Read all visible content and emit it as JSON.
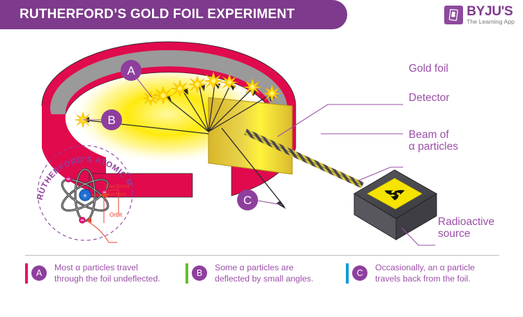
{
  "header": {
    "title": "RUTHERFORD’S GOLD FOIL EXPERIMENT",
    "banner_color": "#7E3A8C"
  },
  "brand": {
    "mark_letter": "B",
    "name": "BYJU'S",
    "tagline": "The Learning App",
    "color": "#7E3A8C"
  },
  "diagram": {
    "markers": [
      {
        "id": "A",
        "letter": "A"
      },
      {
        "id": "B",
        "letter": "B"
      },
      {
        "id": "C",
        "letter": "C"
      }
    ],
    "labels": {
      "gold_foil": "Gold foil",
      "detector": "Detector",
      "beam": "Beam of\nα particles",
      "source": "Radioactive\nsource"
    },
    "colors": {
      "detector_ring": "#E00A4D",
      "detector_inner": "#9A9A9A",
      "gold_foil": "#E8C93A",
      "glow": "#FFE900",
      "flash": "#FFD400",
      "source_box": "#4A4A4F",
      "radiation_symbol": "#F5E400",
      "marker": "#8E3F9E",
      "leader_line": "#9B4FA8"
    }
  },
  "inset": {
    "title": "RUTHERFORD’S ATOMIC MODEL",
    "annotations": {
      "electrons": "Electrons",
      "nucleus": "Nucleus",
      "orbit": "Orbit"
    },
    "nucleus_charge": "+",
    "electron_charge": "–",
    "colors": {
      "dashed_circle": "#8E3F9E",
      "title": "#8E3F9E",
      "orbit": "#3A3A3A",
      "nucleus": "#1F6FD0",
      "electron": "#E8197D",
      "annotation": "#E8412B"
    }
  },
  "legend": {
    "items": [
      {
        "letter": "A",
        "bar_color": "#ED0E6B",
        "text": "Most α particles travel\nthrough the foil undeflected."
      },
      {
        "letter": "B",
        "bar_color": "#68BE2A",
        "text": "Some α particles are\ndeflected by small angles."
      },
      {
        "letter": "C",
        "bar_color": "#0F9BD7",
        "text": "Occasionally, an α particle\ntravels back from the foil."
      }
    ]
  }
}
